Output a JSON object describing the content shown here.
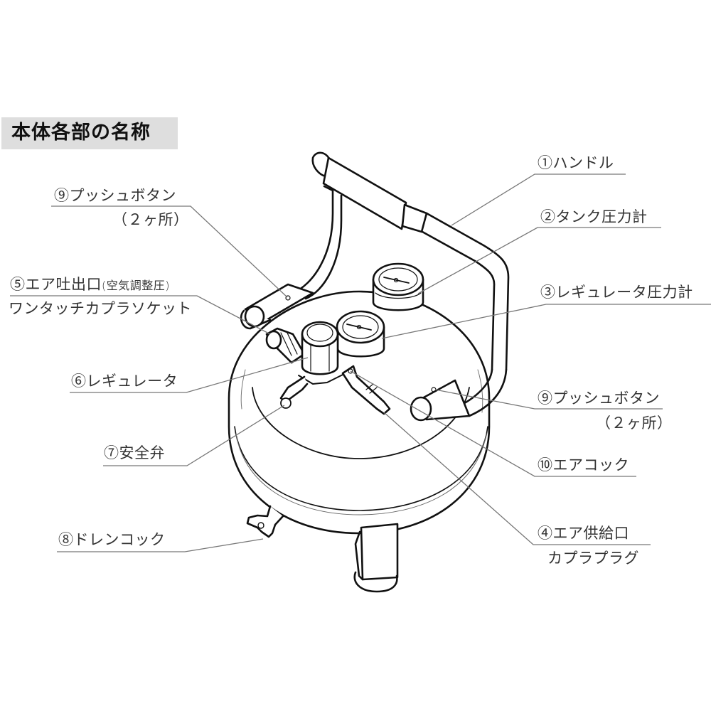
{
  "title": "本体各部の名称",
  "labels": {
    "l1": {
      "num": "①",
      "text": "ハンドル"
    },
    "l2": {
      "num": "②",
      "text": "タンク圧力計"
    },
    "l3": {
      "num": "③",
      "text": "レギュレータ圧力計"
    },
    "l4": {
      "num": "④",
      "text": "エア供給口",
      "line2": "カプラプラグ"
    },
    "l5": {
      "num": "⑤",
      "text": "エア吐出口",
      "note": "(空気調整圧)",
      "line2": "ワンタッチカプラソケット"
    },
    "l6": {
      "num": "⑥",
      "text": "レギュレータ"
    },
    "l7": {
      "num": "⑦",
      "text": "安全弁"
    },
    "l8": {
      "num": "⑧",
      "text": "ドレンコック"
    },
    "l9a": {
      "num": "⑨",
      "text": "プッシュボタン",
      "line2": "（２ヶ所）"
    },
    "l9b": {
      "num": "⑨",
      "text": "プッシュボタン",
      "line2": "（２ヶ所）"
    },
    "l10": {
      "num": "⑩",
      "text": "エアコック"
    }
  },
  "colors": {
    "title_bg": "#dedede",
    "leader_line": "#777777",
    "outline": "#111111"
  }
}
